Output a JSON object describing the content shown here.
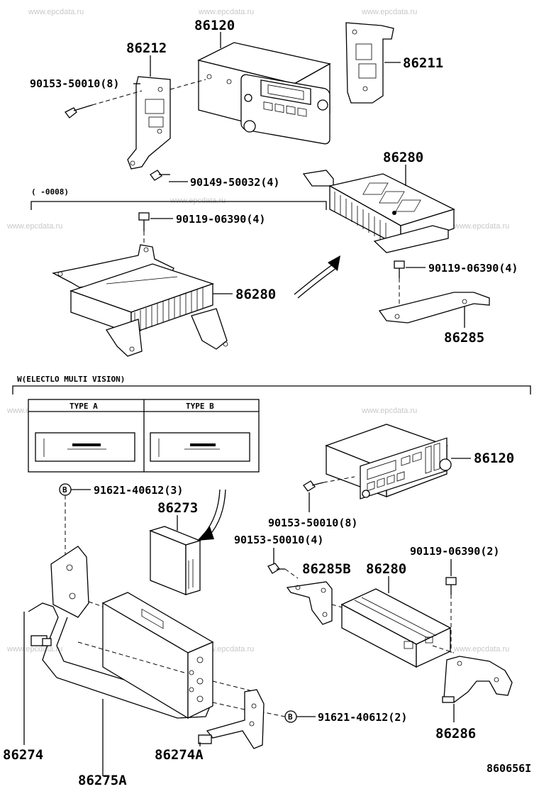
{
  "watermark": "www.epcdata.ru",
  "top_section": {
    "part_86120": "86120",
    "part_86212": "86212",
    "part_86211": "86211",
    "screw_1": "90153-50010(8)",
    "screw_2": "90149-50032(4)",
    "part_86280": "86280",
    "bolt_1": "90119-06390(4)",
    "bolt_2": "90119-06390(4)",
    "part_86280_old": "86280",
    "part_86285": "86285",
    "date_range": "(      -0008)"
  },
  "bottom_section": {
    "heading": "W(ELECTLO  MULTI VISION)",
    "type_a": "TYPE A",
    "type_b": "TYPE B",
    "b_marker": "B",
    "clip_1": "91621-40612(3)",
    "part_86273": "86273",
    "part_86120": "86120",
    "screw_8": "90153-50010(8)",
    "screw_4": "90153-50010(4)",
    "bolt_2": "90119-06390(2)",
    "part_86285b": "86285B",
    "part_86280": "86280",
    "clip_2": "91621-40612(2)",
    "part_86286": "86286",
    "part_86274": "86274",
    "part_86274a": "86274A",
    "part_86275a": "86275A"
  },
  "diagram_id": "860656I"
}
